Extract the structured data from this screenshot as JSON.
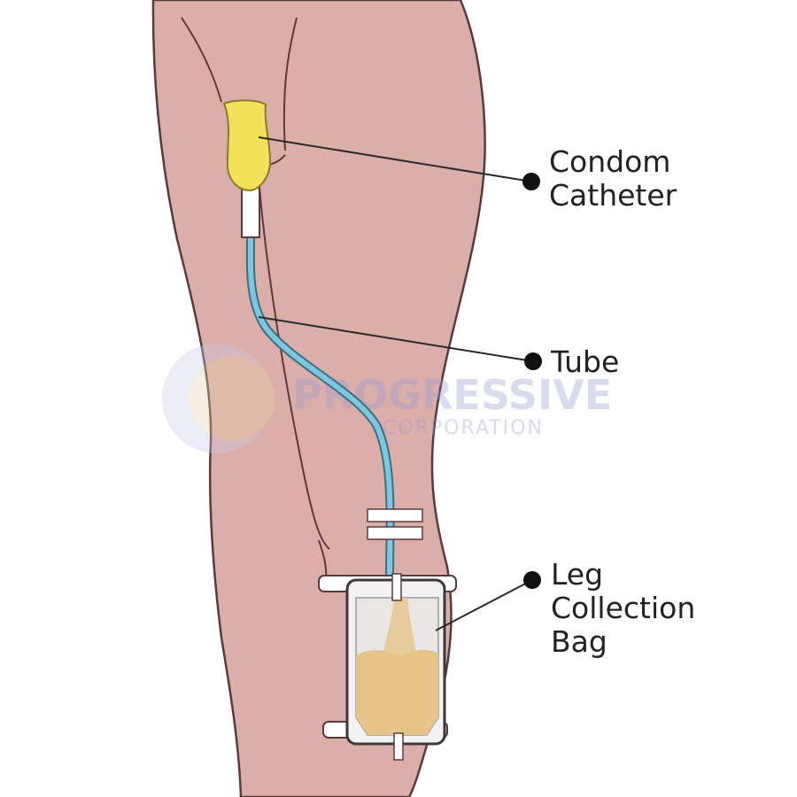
{
  "labels": {
    "condom_catheter": {
      "line1": "Condom",
      "line2": "Catheter"
    },
    "tube": {
      "line1": "Tube"
    },
    "leg_collection_bag": {
      "line1": "Leg",
      "line2": "Collection",
      "line3": "Bag"
    }
  },
  "watermark": {
    "name": "PROGRESSIVE",
    "subtitle": "CORPORATION"
  },
  "colors": {
    "skin": "#dcaeaa",
    "skin_outline": "#5a3b3b",
    "catheter": "#f3e15a",
    "tube": "#7fc6e0",
    "urine": "#e7c48a",
    "bag": "#f3f1f1",
    "leader_line": "#2a2a2a"
  }
}
